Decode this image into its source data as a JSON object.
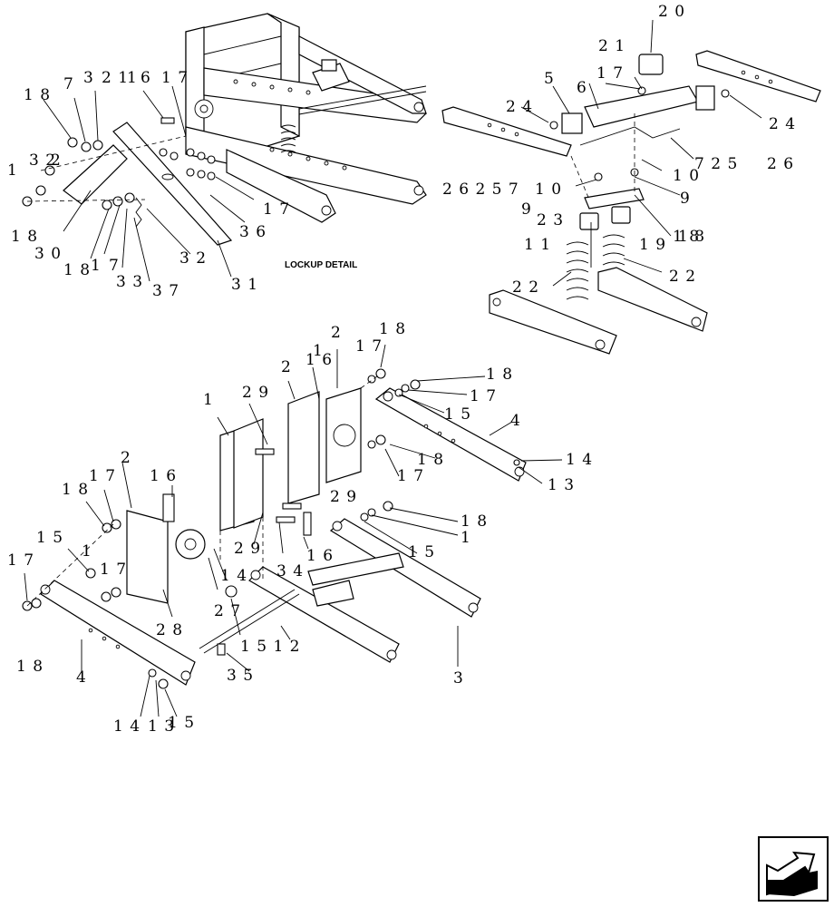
{
  "diagram": {
    "caption": "LOCKUP DETAIL",
    "callouts_upper_left": [
      "1 8",
      "7",
      "3",
      "2 1",
      "6",
      "1 7",
      "1",
      "3 2",
      "1",
      "2",
      "1 8",
      "3 0",
      "1 8",
      "1",
      "7",
      "3 3",
      "3 7",
      "3 2",
      "3 1",
      "3 6",
      "1 7"
    ],
    "callouts_upper_right": [
      "2 0",
      "2 1",
      "1 7",
      "5",
      "6",
      "2 4",
      "2 4",
      "7 2 5",
      "2 6",
      "2 6 2 5 7",
      "1 0",
      "1 0",
      "9",
      "9",
      "2 3",
      "1 8",
      "1 1",
      "1 9",
      "1 8",
      "2 2",
      "2 2"
    ],
    "callouts_lower": [
      "2",
      "1",
      "2",
      "1 6",
      "1 8",
      "1 7",
      "1",
      "2 9",
      "1 8",
      "1 7",
      "1 5",
      "4",
      "1 8",
      "1 7",
      "1 4",
      "1 3",
      "2",
      "1 7",
      "1 6",
      "1 8",
      "2 9",
      "1 8",
      "1",
      "1 5",
      "1 5",
      "1",
      "2 9",
      "3 4",
      "1 6",
      "1 7",
      "1 4",
      "2 7",
      "2 8",
      "1 7",
      "1 8",
      "4",
      "1 5 1 2",
      "3 5",
      "3",
      "1 4",
      "1 3",
      "1 5"
    ]
  },
  "nav": {
    "icon": "page-turn-arrow-icon"
  }
}
